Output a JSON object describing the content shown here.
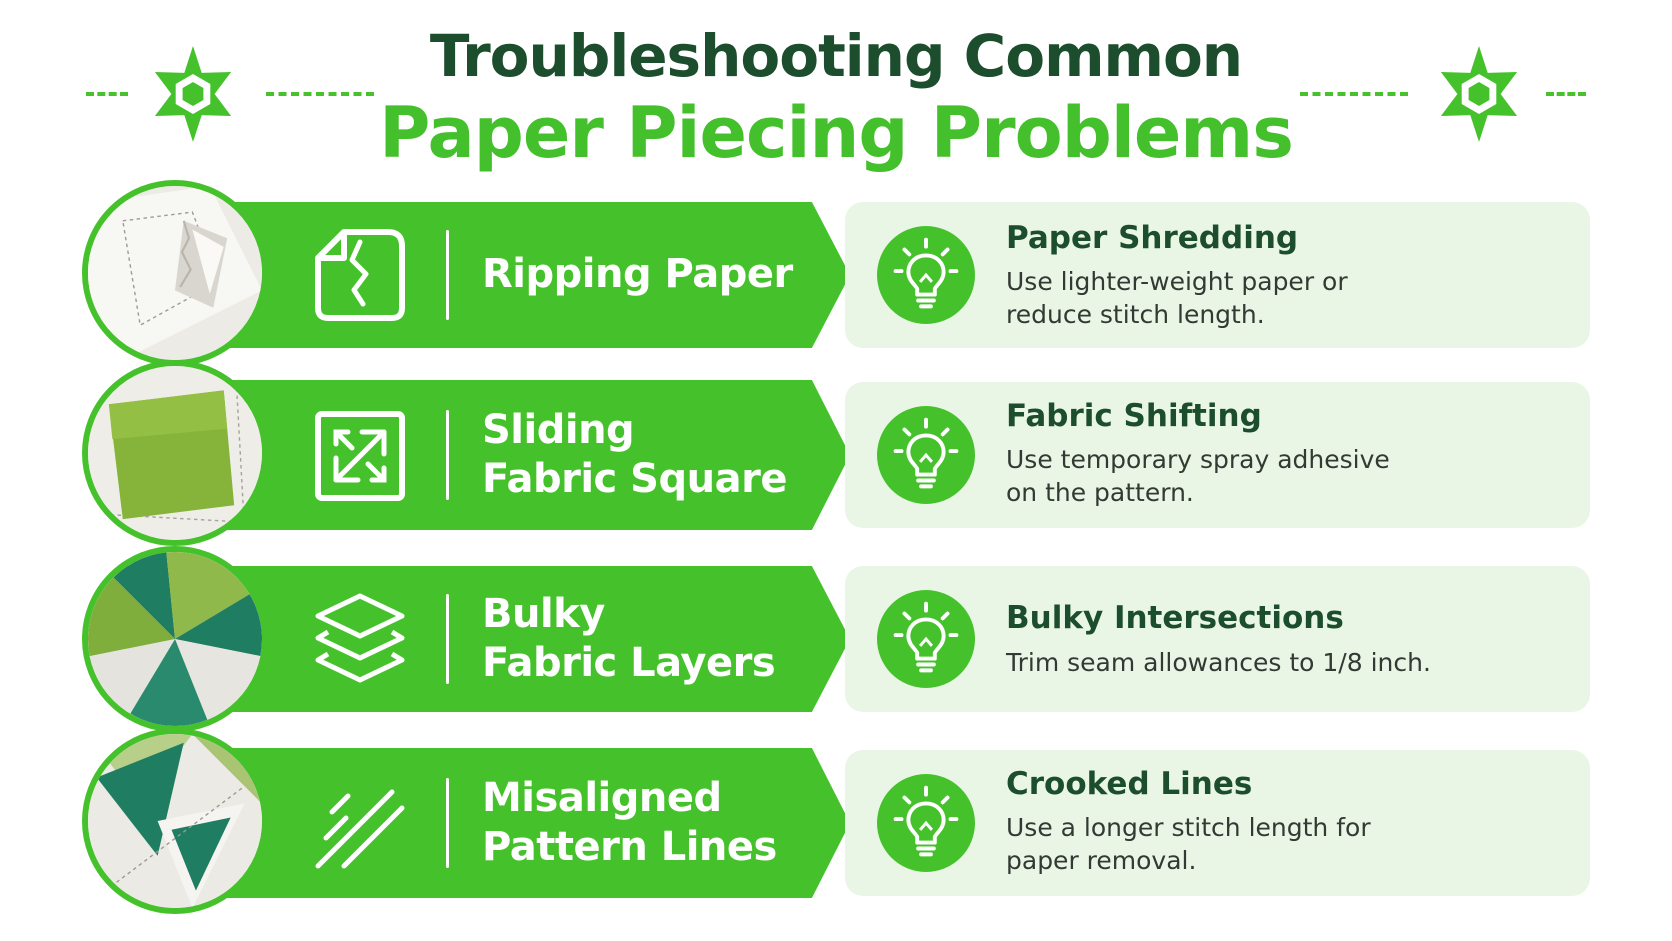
{
  "header": {
    "title_line1": "Troubleshooting Common",
    "title_line2": "Paper Piecing Problems"
  },
  "colors": {
    "primary_green": "#45c22b",
    "dark_green": "#1c4d2c",
    "card_bg": "#e9f6e6"
  },
  "problems": [
    {
      "icon": "ripped-paper-icon",
      "label_lines": [
        "Ripping Paper"
      ],
      "solution_title": "Paper Shredding",
      "solution_lines": [
        "Use lighter-weight paper or",
        "reduce stitch length."
      ]
    },
    {
      "icon": "expand-arrows-icon",
      "label_lines": [
        "Sliding",
        "Fabric Square"
      ],
      "solution_title": "Fabric Shifting",
      "solution_lines": [
        "Use temporary spray adhesive",
        "on the pattern."
      ]
    },
    {
      "icon": "layers-icon",
      "label_lines": [
        "Bulky",
        "Fabric Layers"
      ],
      "solution_title": "Bulky Intersections",
      "solution_lines": [
        "Trim seam allowances to 1/8 inch."
      ]
    },
    {
      "icon": "diagonal-lines-icon",
      "label_lines": [
        "Misaligned",
        "Pattern Lines"
      ],
      "solution_title": "Crooked Lines",
      "solution_lines": [
        "Use a longer stitch length for",
        "paper removal."
      ]
    }
  ]
}
